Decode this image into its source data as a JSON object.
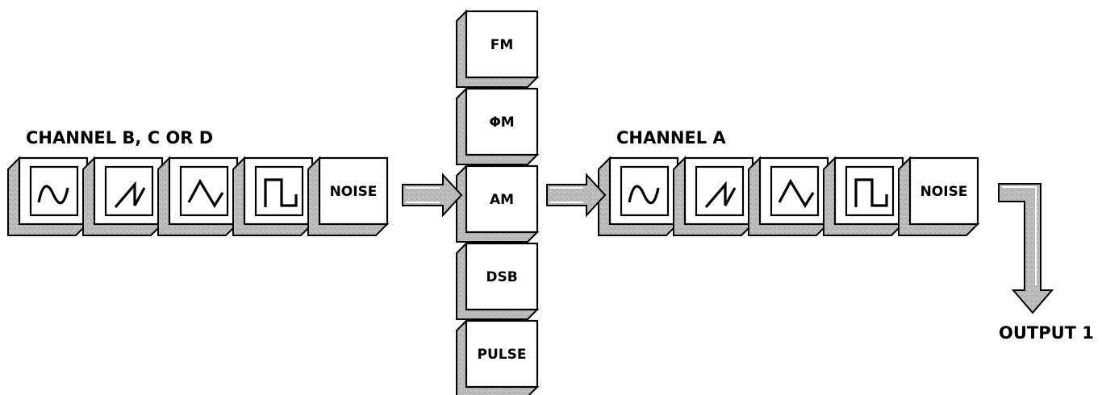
{
  "labels": {
    "channel_bcd": "CHANNEL B, C OR D",
    "channel_a": "CHANNEL A",
    "output": "OUTPUT 1"
  },
  "channel_bcd_keys": [
    {
      "icon": "sine-wave-icon"
    },
    {
      "icon": "sawtooth-wave-icon"
    },
    {
      "icon": "triangle-wave-icon"
    },
    {
      "icon": "square-wave-icon"
    },
    {
      "text": "NOISE"
    }
  ],
  "modulation_keys": [
    {
      "text": "FM"
    },
    {
      "text": "ΦM"
    },
    {
      "text": "AM"
    },
    {
      "text": "DSB"
    },
    {
      "text": "PULSE"
    }
  ],
  "channel_a_keys": [
    {
      "icon": "sine-wave-icon"
    },
    {
      "icon": "sawtooth-wave-icon"
    },
    {
      "icon": "triangle-wave-icon"
    },
    {
      "icon": "square-wave-icon"
    },
    {
      "text": "NOISE"
    }
  ],
  "colors": {
    "key_face": "#ffffff",
    "key_side": "#b8b8b8",
    "outline": "#000000"
  }
}
